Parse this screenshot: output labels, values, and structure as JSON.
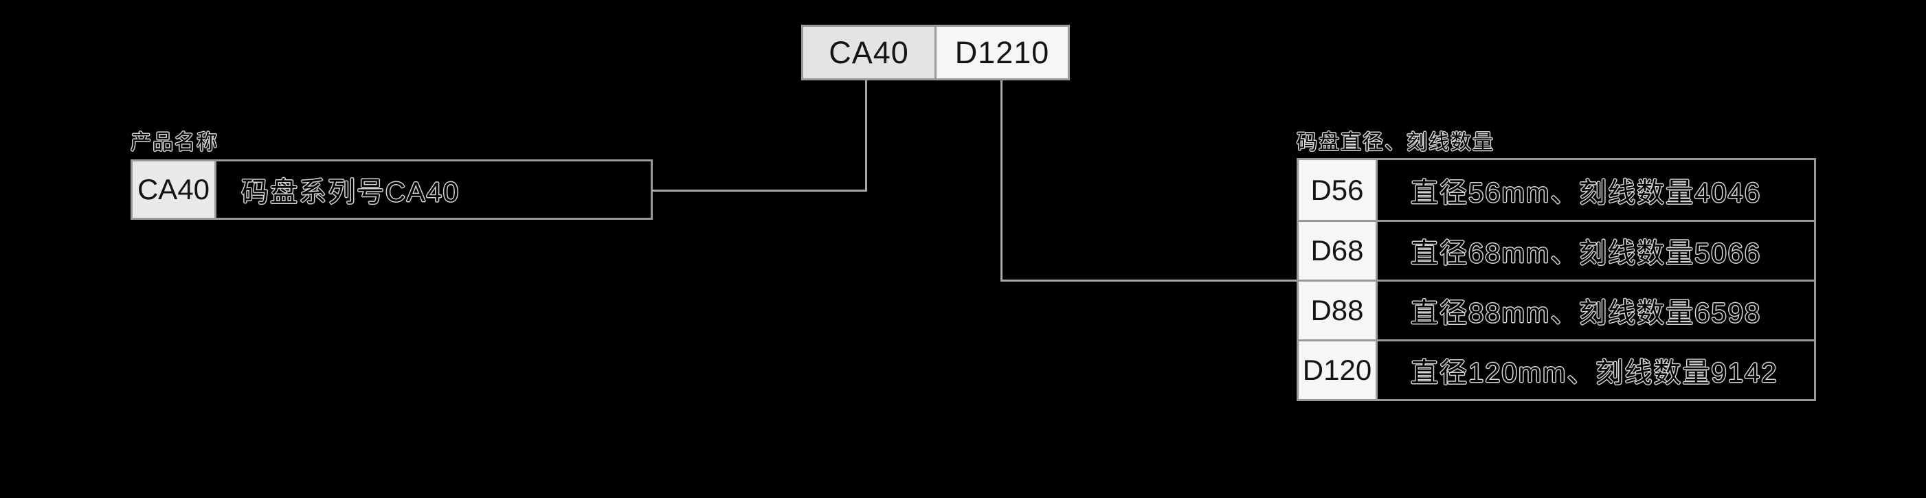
{
  "colors": {
    "background": "#000000",
    "border": "#9a9a9a",
    "connector": "#a6a6a6",
    "cell_gray": "#e4e4e4",
    "cell_white": "#f6f6f6",
    "text_dark": "#141414",
    "text_light": "#d8d8d8"
  },
  "code_box": {
    "segments": [
      {
        "label": "CA40"
      },
      {
        "label": "D1210"
      }
    ]
  },
  "left_group": {
    "title": "产品名称",
    "rows": [
      {
        "code": "CA40",
        "desc": "码盘系列号CA40"
      }
    ]
  },
  "right_group": {
    "title": "码盘直径、刻线数量",
    "rows": [
      {
        "code": "D56",
        "desc": "直径56mm、刻线数量4046"
      },
      {
        "code": "D68",
        "desc": "直径68mm、刻线数量5066"
      },
      {
        "code": "D88",
        "desc": "直径88mm、刻线数量6598"
      },
      {
        "code": "D120",
        "desc": "直径120mm、刻线数量9142"
      }
    ]
  }
}
